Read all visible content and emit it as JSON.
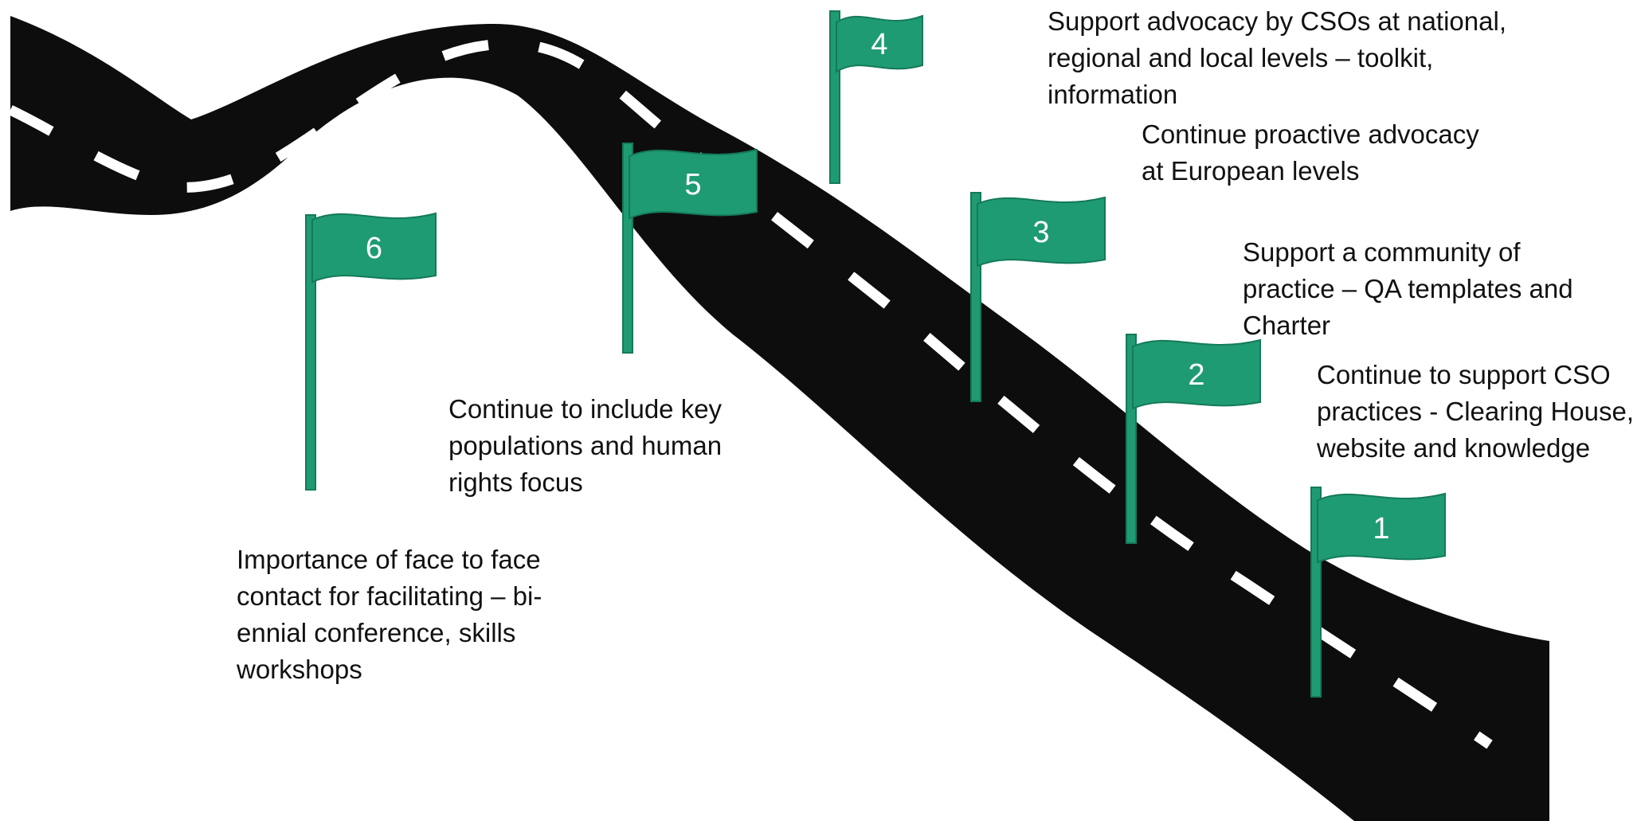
{
  "colors": {
    "road": "#0d0d0d",
    "lane": "#ffffff",
    "flag": "#1f9b73",
    "flag_edge": "#147a59",
    "flag_text": "#ffffff",
    "text": "#111111"
  },
  "milestones": [
    {
      "number": "1",
      "lines": [
        "Continue to support CSO",
        "practices - Clearing House,",
        "website and knowledge"
      ]
    },
    {
      "number": "2",
      "lines": [
        "Support a community of",
        "practice – QA templates and",
        "Charter"
      ]
    },
    {
      "number": "3",
      "lines": [
        "Continue proactive advocacy",
        "at European levels"
      ]
    },
    {
      "number": "4",
      "lines": [
        "Support advocacy by CSOs at national,",
        "regional and local levels – toolkit,",
        "information"
      ]
    },
    {
      "number": "5",
      "lines": [
        "Continue to include key",
        "populations and human",
        "rights focus"
      ]
    },
    {
      "number": "6",
      "lines": [
        "Importance of face to face",
        "contact for facilitating – bi-",
        "ennial conference, skills",
        "workshops"
      ]
    }
  ]
}
